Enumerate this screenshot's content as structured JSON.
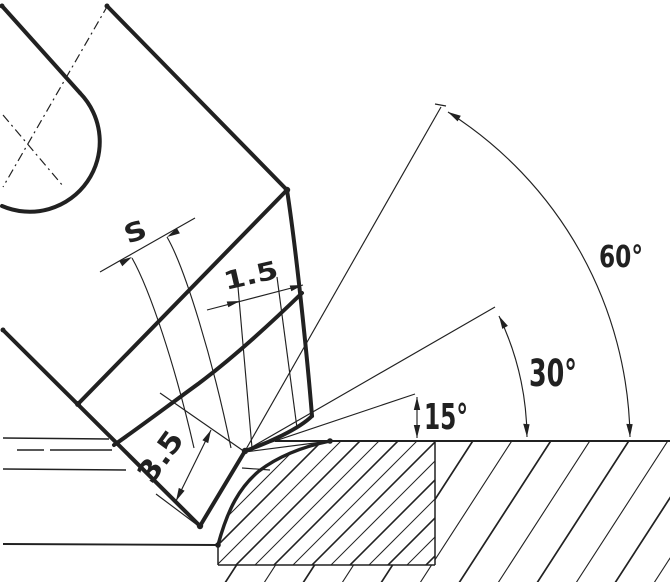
{
  "labels": {
    "s": "S",
    "d15": "1.5",
    "d35": "3.5",
    "a15": "15°",
    "a30": "30°",
    "a60": "60°"
  },
  "colors": {
    "background": "#ffffff",
    "ink": "#212121"
  }
}
